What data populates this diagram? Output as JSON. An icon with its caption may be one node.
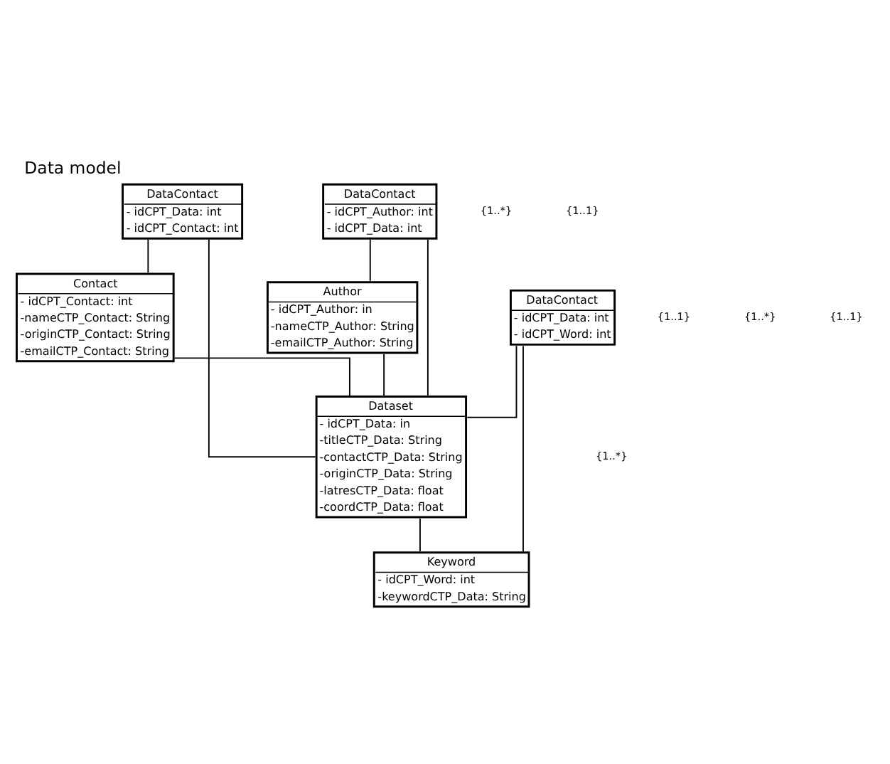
{
  "diagram": {
    "title": "Data model",
    "nodes": [
      {
        "text": [
          "Author",
          "- idCPT_Author: in",
          "-nameCTP_Author: String",
          "-emailCTP_Author: String"
        ]
      },
      {
        "text": [
          "Contact",
          "- idCPT_Contact: int",
          "-nameCTP_Contact: String",
          "-originCTP_Contact: String",
          "-emailCTP_Contact: String"
        ]
      },
      {
        "text": [
          "DataContact",
          "- idCPT_Author: int",
          "- idCPT_Data: int"
        ]
      },
      {
        "text": [
          "DataContact",
          "- idCPT_Data: int",
          "- idCPT_Contact: int"
        ]
      },
      {
        "text": [
          "Dataset",
          "- idCPT_Data: in",
          "-titleCTP_Data: String",
          "-contactCTP_Data: String",
          "-originCTP_Data: String",
          "-latresCTP_Data: float",
          "-coordCTP_Data: float"
        ]
      },
      {
        "text": [
          "DataContact",
          "- idCPT_Data: int",
          "- idCPT_Word: int"
        ]
      },
      {
        "text": [
          "Keyword",
          "- idCPT_Word: int",
          "-keywordCTP_Data: String"
        ]
      }
    ],
    "edges": [
      {
        "from": 0,
        "to": 4,
        "arrow": "none"
      },
      {
        "from": 2,
        "to": 0,
        "arrow": "none"
      },
      {
        "from": 2,
        "to": 4,
        "arrow": "none"
      },
      {
        "from": 1,
        "to": 4,
        "arrow": "none"
      },
      {
        "from": 3,
        "to": 1,
        "arrow": "none"
      },
      {
        "from": 3,
        "to": 4,
        "arrow": "none"
      },
      {
        "from": 4,
        "to": 6,
        "arrow": "none"
      },
      {
        "from": 5,
        "to": 4,
        "arrow": "none"
      },
      {
        "from": 5,
        "to": 6,
        "arrow": "none"
      }
    ],
    "labels": [
      "{1..*}",
      "{1..1}",
      "{1..1}",
      "{1..*}",
      "{1..*}",
      "{1..1}"
    ]
  }
}
